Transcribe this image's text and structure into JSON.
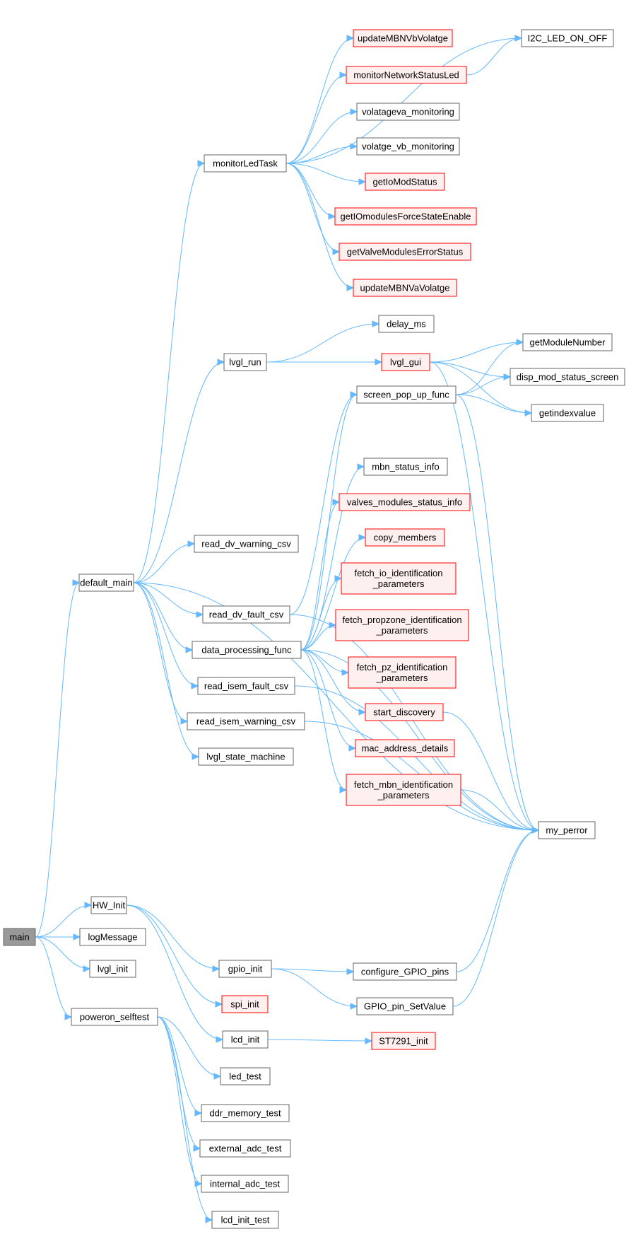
{
  "colors": {
    "edge": "#63b8ff",
    "node_border": "#666666",
    "truncated_border": "#ff0000",
    "truncated_fill": "#fff0f0",
    "root_fill": "#999999"
  },
  "nodes": [
    {
      "id": "main",
      "label": "main",
      "style": "root"
    },
    {
      "id": "default_main",
      "label": "default_main",
      "style": "normal"
    },
    {
      "id": "HW_Init",
      "label": "HW_Init",
      "style": "normal"
    },
    {
      "id": "logMessage",
      "label": "logMessage",
      "style": "normal"
    },
    {
      "id": "lvgl_init",
      "label": "lvgl_init",
      "style": "normal"
    },
    {
      "id": "poweron_selftest",
      "label": "poweron_selftest",
      "style": "normal"
    },
    {
      "id": "monitorLedTask",
      "label": "monitorLedTask",
      "style": "normal"
    },
    {
      "id": "lvgl_run",
      "label": "lvgl_run",
      "style": "normal"
    },
    {
      "id": "read_dv_warning_csv",
      "label": "read_dv_warning_csv",
      "style": "normal"
    },
    {
      "id": "read_dv_fault_csv",
      "label": "read_dv_fault_csv",
      "style": "normal"
    },
    {
      "id": "data_processing_func",
      "label": "data_processing_func",
      "style": "normal"
    },
    {
      "id": "read_isem_fault_csv",
      "label": "read_isem_fault_csv",
      "style": "normal"
    },
    {
      "id": "read_isem_warning_csv",
      "label": "read_isem_warning_csv",
      "style": "normal"
    },
    {
      "id": "lvgl_state_machine",
      "label": "lvgl_state_machine",
      "style": "normal"
    },
    {
      "id": "gpio_init",
      "label": "gpio_init",
      "style": "normal"
    },
    {
      "id": "spi_init",
      "label": "spi_init",
      "style": "truncated"
    },
    {
      "id": "lcd_init",
      "label": "lcd_init",
      "style": "normal"
    },
    {
      "id": "led_test",
      "label": "led_test",
      "style": "normal"
    },
    {
      "id": "ddr_memory_test",
      "label": "ddr_memory_test",
      "style": "normal"
    },
    {
      "id": "external_adc_test",
      "label": "external_adc_test",
      "style": "normal"
    },
    {
      "id": "internal_adc_test",
      "label": "internal_adc_test",
      "style": "normal"
    },
    {
      "id": "lcd_init_test",
      "label": "lcd_init_test",
      "style": "normal"
    },
    {
      "id": "updateMBNVbVolatge",
      "label": "updateMBNVbVolatge",
      "style": "truncated"
    },
    {
      "id": "monitorNetworkStatusLed",
      "label": "monitorNetworkStatusLed",
      "style": "truncated"
    },
    {
      "id": "volatageva_monitoring",
      "label": "volatageva_monitoring",
      "style": "normal"
    },
    {
      "id": "volatge_vb_monitoring",
      "label": "volatge_vb_monitoring",
      "style": "normal"
    },
    {
      "id": "getIoModStatus",
      "label": "getIoModStatus",
      "style": "truncated"
    },
    {
      "id": "getIOmodulesForceStateEnable",
      "label": "getIOmodulesForceStateEnable",
      "style": "truncated"
    },
    {
      "id": "getValveModulesErrorStatus",
      "label": "getValveModulesErrorStatus",
      "style": "truncated"
    },
    {
      "id": "updateMBNVaVolatge",
      "label": "updateMBNVaVolatge",
      "style": "truncated"
    },
    {
      "id": "delay_ms",
      "label": "delay_ms",
      "style": "normal"
    },
    {
      "id": "lvgl_gui",
      "label": "lvgl_gui",
      "style": "truncated"
    },
    {
      "id": "screen_pop_up_func",
      "label": "screen_pop_up_func",
      "style": "normal"
    },
    {
      "id": "mbn_status_info",
      "label": "mbn_status_info",
      "style": "normal"
    },
    {
      "id": "valves_modules_status_info",
      "label": "valves_modules_status_info",
      "style": "truncated"
    },
    {
      "id": "copy_members",
      "label": "copy_members",
      "style": "truncated"
    },
    {
      "id": "fetch_io",
      "label": "fetch_io_identification\n_parameters",
      "style": "truncated"
    },
    {
      "id": "fetch_propzone",
      "label": "fetch_propzone_identification\n_parameters",
      "style": "truncated"
    },
    {
      "id": "fetch_pz",
      "label": "fetch_pz_identification\n_parameters",
      "style": "truncated"
    },
    {
      "id": "start_discovery",
      "label": "start_discovery",
      "style": "truncated"
    },
    {
      "id": "mac_address_details",
      "label": "mac_address_details",
      "style": "truncated"
    },
    {
      "id": "fetch_mbn",
      "label": "fetch_mbn_identification\n_parameters",
      "style": "truncated"
    },
    {
      "id": "configure_GPIO_pins",
      "label": "configure_GPIO_pins",
      "style": "normal"
    },
    {
      "id": "GPIO_pin_SetValue",
      "label": "GPIO_pin_SetValue",
      "style": "normal"
    },
    {
      "id": "ST7291_init",
      "label": "ST7291_init",
      "style": "truncated"
    },
    {
      "id": "I2C_LED_ON_OFF",
      "label": "I2C_LED_ON_OFF",
      "style": "normal"
    },
    {
      "id": "getModuleNumber",
      "label": "getModuleNumber",
      "style": "normal"
    },
    {
      "id": "disp_mod_status_screen",
      "label": "disp_mod_status_screen",
      "style": "normal"
    },
    {
      "id": "getindexvalue",
      "label": "getindexvalue",
      "style": "normal"
    },
    {
      "id": "my_perror",
      "label": "my_perror",
      "style": "normal"
    }
  ],
  "edges": [
    [
      "main",
      "default_main"
    ],
    [
      "main",
      "HW_Init"
    ],
    [
      "main",
      "logMessage"
    ],
    [
      "main",
      "lvgl_init"
    ],
    [
      "main",
      "poweron_selftest"
    ],
    [
      "default_main",
      "monitorLedTask"
    ],
    [
      "default_main",
      "lvgl_run"
    ],
    [
      "default_main",
      "read_dv_warning_csv"
    ],
    [
      "default_main",
      "read_dv_fault_csv"
    ],
    [
      "default_main",
      "data_processing_func"
    ],
    [
      "default_main",
      "read_isem_fault_csv"
    ],
    [
      "default_main",
      "read_isem_warning_csv"
    ],
    [
      "default_main",
      "lvgl_state_machine"
    ],
    [
      "default_main",
      "my_perror"
    ],
    [
      "HW_Init",
      "gpio_init"
    ],
    [
      "HW_Init",
      "spi_init"
    ],
    [
      "HW_Init",
      "lcd_init"
    ],
    [
      "poweron_selftest",
      "led_test"
    ],
    [
      "poweron_selftest",
      "ddr_memory_test"
    ],
    [
      "poweron_selftest",
      "external_adc_test"
    ],
    [
      "poweron_selftest",
      "internal_adc_test"
    ],
    [
      "poweron_selftest",
      "lcd_init_test"
    ],
    [
      "monitorLedTask",
      "I2C_LED_ON_OFF"
    ],
    [
      "monitorLedTask",
      "updateMBNVbVolatge"
    ],
    [
      "monitorLedTask",
      "monitorNetworkStatusLed"
    ],
    [
      "monitorLedTask",
      "volatageva_monitoring"
    ],
    [
      "monitorLedTask",
      "volatge_vb_monitoring"
    ],
    [
      "monitorLedTask",
      "getIoModStatus"
    ],
    [
      "monitorLedTask",
      "getIOmodulesForceStateEnable"
    ],
    [
      "monitorLedTask",
      "getValveModulesErrorStatus"
    ],
    [
      "monitorLedTask",
      "updateMBNVaVolatge"
    ],
    [
      "monitorNetworkStatusLed",
      "I2C_LED_ON_OFF"
    ],
    [
      "lvgl_run",
      "delay_ms"
    ],
    [
      "lvgl_run",
      "lvgl_gui"
    ],
    [
      "lvgl_gui",
      "getModuleNumber"
    ],
    [
      "lvgl_gui",
      "disp_mod_status_screen"
    ],
    [
      "lvgl_gui",
      "getindexvalue"
    ],
    [
      "lvgl_gui",
      "my_perror"
    ],
    [
      "screen_pop_up_func",
      "getModuleNumber"
    ],
    [
      "screen_pop_up_func",
      "disp_mod_status_screen"
    ],
    [
      "screen_pop_up_func",
      "getindexvalue"
    ],
    [
      "screen_pop_up_func",
      "my_perror"
    ],
    [
      "read_dv_fault_csv",
      "screen_pop_up_func"
    ],
    [
      "read_dv_fault_csv",
      "my_perror"
    ],
    [
      "data_processing_func",
      "screen_pop_up_func"
    ],
    [
      "data_processing_func",
      "mbn_status_info"
    ],
    [
      "data_processing_func",
      "valves_modules_status_info"
    ],
    [
      "data_processing_func",
      "copy_members"
    ],
    [
      "data_processing_func",
      "fetch_io"
    ],
    [
      "data_processing_func",
      "fetch_propzone"
    ],
    [
      "data_processing_func",
      "fetch_pz"
    ],
    [
      "data_processing_func",
      "start_discovery"
    ],
    [
      "data_processing_func",
      "mac_address_details"
    ],
    [
      "data_processing_func",
      "fetch_mbn"
    ],
    [
      "data_processing_func",
      "my_perror"
    ],
    [
      "read_isem_fault_csv",
      "my_perror"
    ],
    [
      "read_isem_warning_csv",
      "my_perror"
    ],
    [
      "start_discovery",
      "my_perror"
    ],
    [
      "fetch_mbn",
      "my_perror"
    ],
    [
      "gpio_init",
      "configure_GPIO_pins"
    ],
    [
      "gpio_init",
      "GPIO_pin_SetValue"
    ],
    [
      "configure_GPIO_pins",
      "my_perror"
    ],
    [
      "GPIO_pin_SetValue",
      "my_perror"
    ],
    [
      "lcd_init",
      "ST7291_init"
    ]
  ]
}
